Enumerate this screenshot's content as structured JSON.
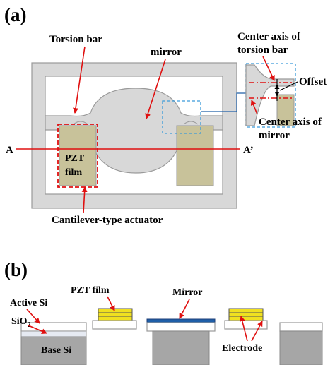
{
  "panel_a": {
    "label": "(a)",
    "torsion_bar_label": "Torsion bar",
    "mirror_label": "mirror",
    "center_axis_torsion_label_1": "Center axis of",
    "center_axis_torsion_label_2": "torsion bar",
    "offset_label": "Offset",
    "center_axis_mirror_label_1": "Center axis of",
    "center_axis_mirror_label_2": "mirror",
    "section_start_label": "A",
    "section_end_label": "A’",
    "pzt_label_1": "PZT",
    "pzt_label_2": "film",
    "actuator_label": "Cantilever-type actuator"
  },
  "panel_b": {
    "label": "(b)",
    "active_si_label": "Active Si",
    "sio2_label_base": "SiO",
    "sio2_label_sub": "2",
    "base_si_label": "Base Si",
    "pzt_film_label": "PZT film",
    "mirror_label": "Mirror",
    "electrode_label": "Electrode"
  },
  "colors": {
    "arrow": "#e01010",
    "pzt": "#c8c29a",
    "zoom_box": "#3a9ad9",
    "electrode_yellow": "#f0e020",
    "mirror_blue": "#1f5fa8"
  }
}
